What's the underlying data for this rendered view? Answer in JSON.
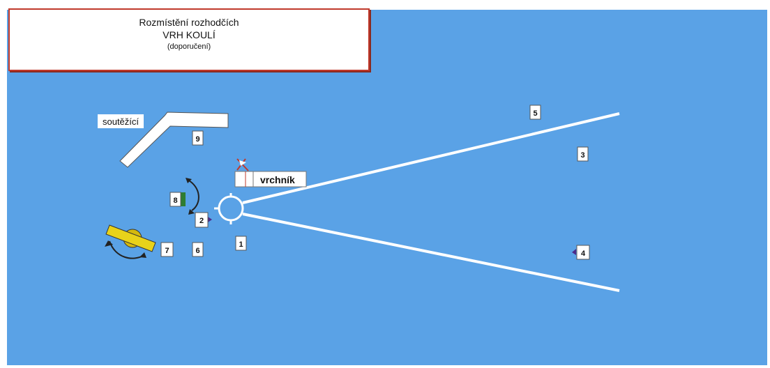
{
  "title": {
    "line1": "Rozmístění rozhodčích",
    "line2": "VRH KOULÍ",
    "line3": "(doporučení)"
  },
  "labels": {
    "competitors": "soutěžící",
    "head_judge": "vrchník"
  },
  "judges": [
    "1",
    "2",
    "3",
    "4",
    "5",
    "6",
    "7",
    "8",
    "9"
  ],
  "colors": {
    "field": "#5aa2e6",
    "border": "#c0392b",
    "sector_line": "#ffffff",
    "judge8_flag": "#2e7d32",
    "arrow": "#222222",
    "implement_rack": "#e8d21a"
  },
  "icons": [
    "throwing-circle",
    "sector-lines",
    "flag-icon",
    "rotate-arrow-icon",
    "bench"
  ]
}
